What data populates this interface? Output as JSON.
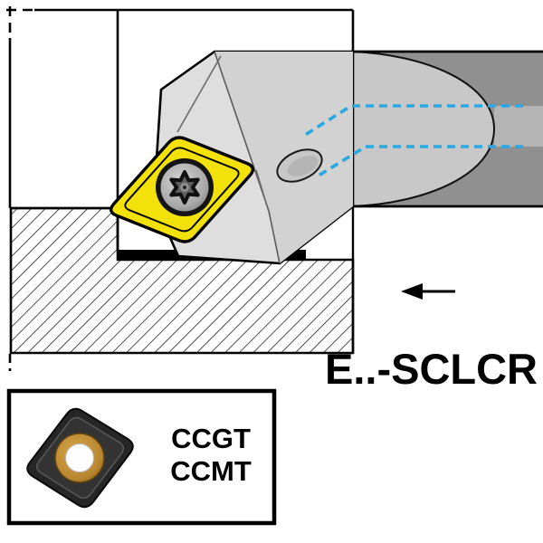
{
  "diagram": {
    "tool_designation": "E..-SCLCR",
    "insert_box": {
      "types": [
        "CCGT",
        "CCMT"
      ]
    },
    "icons": {
      "feed_arrow": "left-arrow"
    },
    "colors": {
      "insert_yellow": "#f2e20a",
      "coolant_blue": "#2aa8e0",
      "head_gray": "#dedede",
      "head_facet_gray": "#d2d2d2",
      "shank_gray": "#909090",
      "dome_gray": "#c8c8c8",
      "channel_band_gray": "#b4b4b4",
      "outlet_gray": "#c7c7c7",
      "photo_insert_dark": "#262626",
      "photo_hole_gold": "#b8862f"
    }
  }
}
